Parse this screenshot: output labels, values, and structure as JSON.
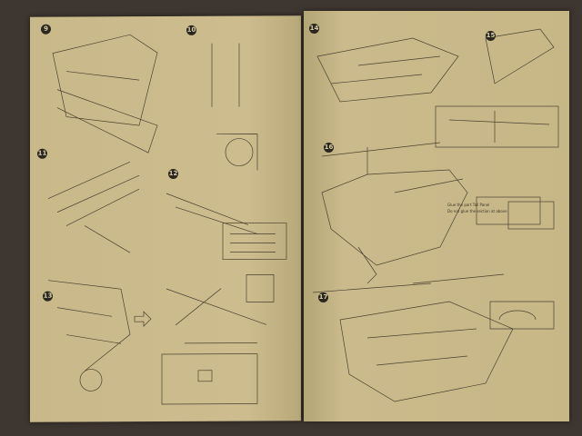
{
  "steps": [
    "9",
    "10",
    "11",
    "12",
    "13",
    "14",
    "15",
    "16",
    "17"
  ],
  "notes": {
    "tail_glue": "Glue the part Tail Panel",
    "tail_glue2": "Do not glue the section at above"
  },
  "colors": {
    "paper": "#cbbb8b",
    "background": "#3e3630",
    "ink": "#2a2620"
  }
}
